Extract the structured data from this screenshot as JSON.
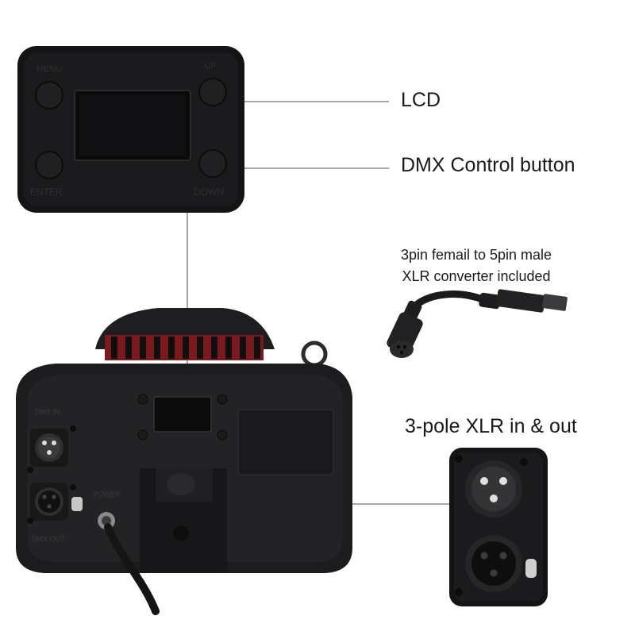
{
  "callouts": {
    "lcd": "LCD",
    "dmx_control_button": "DMX Control button",
    "converter_line1": "3pin femail to 5pin male",
    "converter_line2": "XLR converter included",
    "xlr_in_out": "3-pole XLR in & out"
  },
  "panel_markings": {
    "menu": "MENU",
    "up": "UP",
    "enter": "ENTER",
    "down": "DOWN",
    "dmx_in": "DMX IN",
    "dmx_out": "DMX OUT",
    "power": "POWER"
  },
  "colors": {
    "device_body": "#1c1c1e",
    "panel": "#141416",
    "vent_glow": "#c0242a",
    "leader_line": "#8c8c8c",
    "text": "#1a1a1a"
  }
}
